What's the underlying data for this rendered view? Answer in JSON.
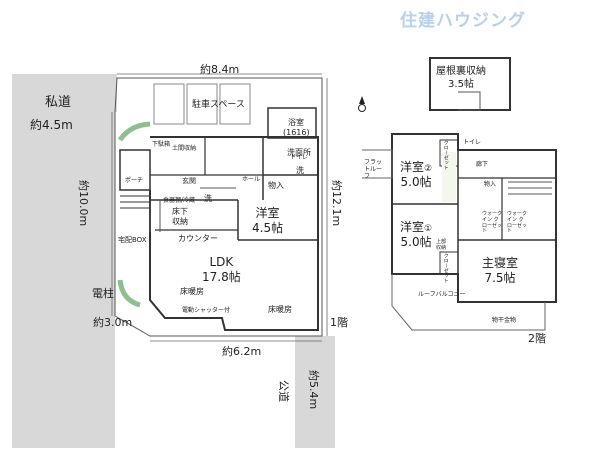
{
  "brand": "住建ハウジング",
  "site": {
    "private_road": "私道",
    "private_road_width": "約4.5m",
    "public_road": "公道",
    "public_road_width": "約5.4m",
    "utility_pole": "電柱",
    "delivery_box": "宅配BOX",
    "dim_top": "約8.4m",
    "dim_left": "約10.0m",
    "dim_right": "約12.1m",
    "dim_bottom_left": "約3.0m",
    "dim_bottom": "約6.2m",
    "parking": "駐車スペース"
  },
  "floor1": {
    "label": "1階",
    "rooms": {
      "bath": "浴室",
      "bath_size": "(1616)",
      "washroom": "洗面所",
      "washbasin": "洗",
      "entrance_storage": "土間収納",
      "entrance": "玄関",
      "hall": "ホール",
      "porch": "ポーチ",
      "shoe_box": "下駄箱",
      "toilet": "トイレ",
      "storage": "物入",
      "pantry": "食器棚/冷蔵",
      "wash": "洗",
      "underfloor": "床下",
      "underfloor2": "収納",
      "counter": "カウンター",
      "western_room": "洋室",
      "western_room_size": "4.5帖",
      "ldk": "LDK",
      "ldk_size": "17.8帖",
      "floor_heating": "床暖房",
      "floor_heating2": "床暖房",
      "shutter": "電動シャッター付"
    }
  },
  "floor2": {
    "label": "2階",
    "attic": "屋根裏収納",
    "attic_size": "3.5帖",
    "room1": "洋室",
    "room1_num": "②",
    "room1_size": "5.0帖",
    "room2": "洋室",
    "room2_num": "①",
    "room2_size": "5.0帖",
    "master": "主寝室",
    "master_size": "7.5帖",
    "closet1": "クローゼット",
    "closet2": "クローゼット",
    "corridor": "廊下",
    "storage": "物入",
    "toilet": "トイレ",
    "walk_in1": "ウォークイン クローゼット",
    "walk_in2": "ウォークイン クローゼット",
    "roof_balcony": "ルーフバルコニー",
    "flat_roof": "フラットルーフ",
    "clothes_dryer": "物干金物",
    "hidden_storage": "上部 収納"
  }
}
